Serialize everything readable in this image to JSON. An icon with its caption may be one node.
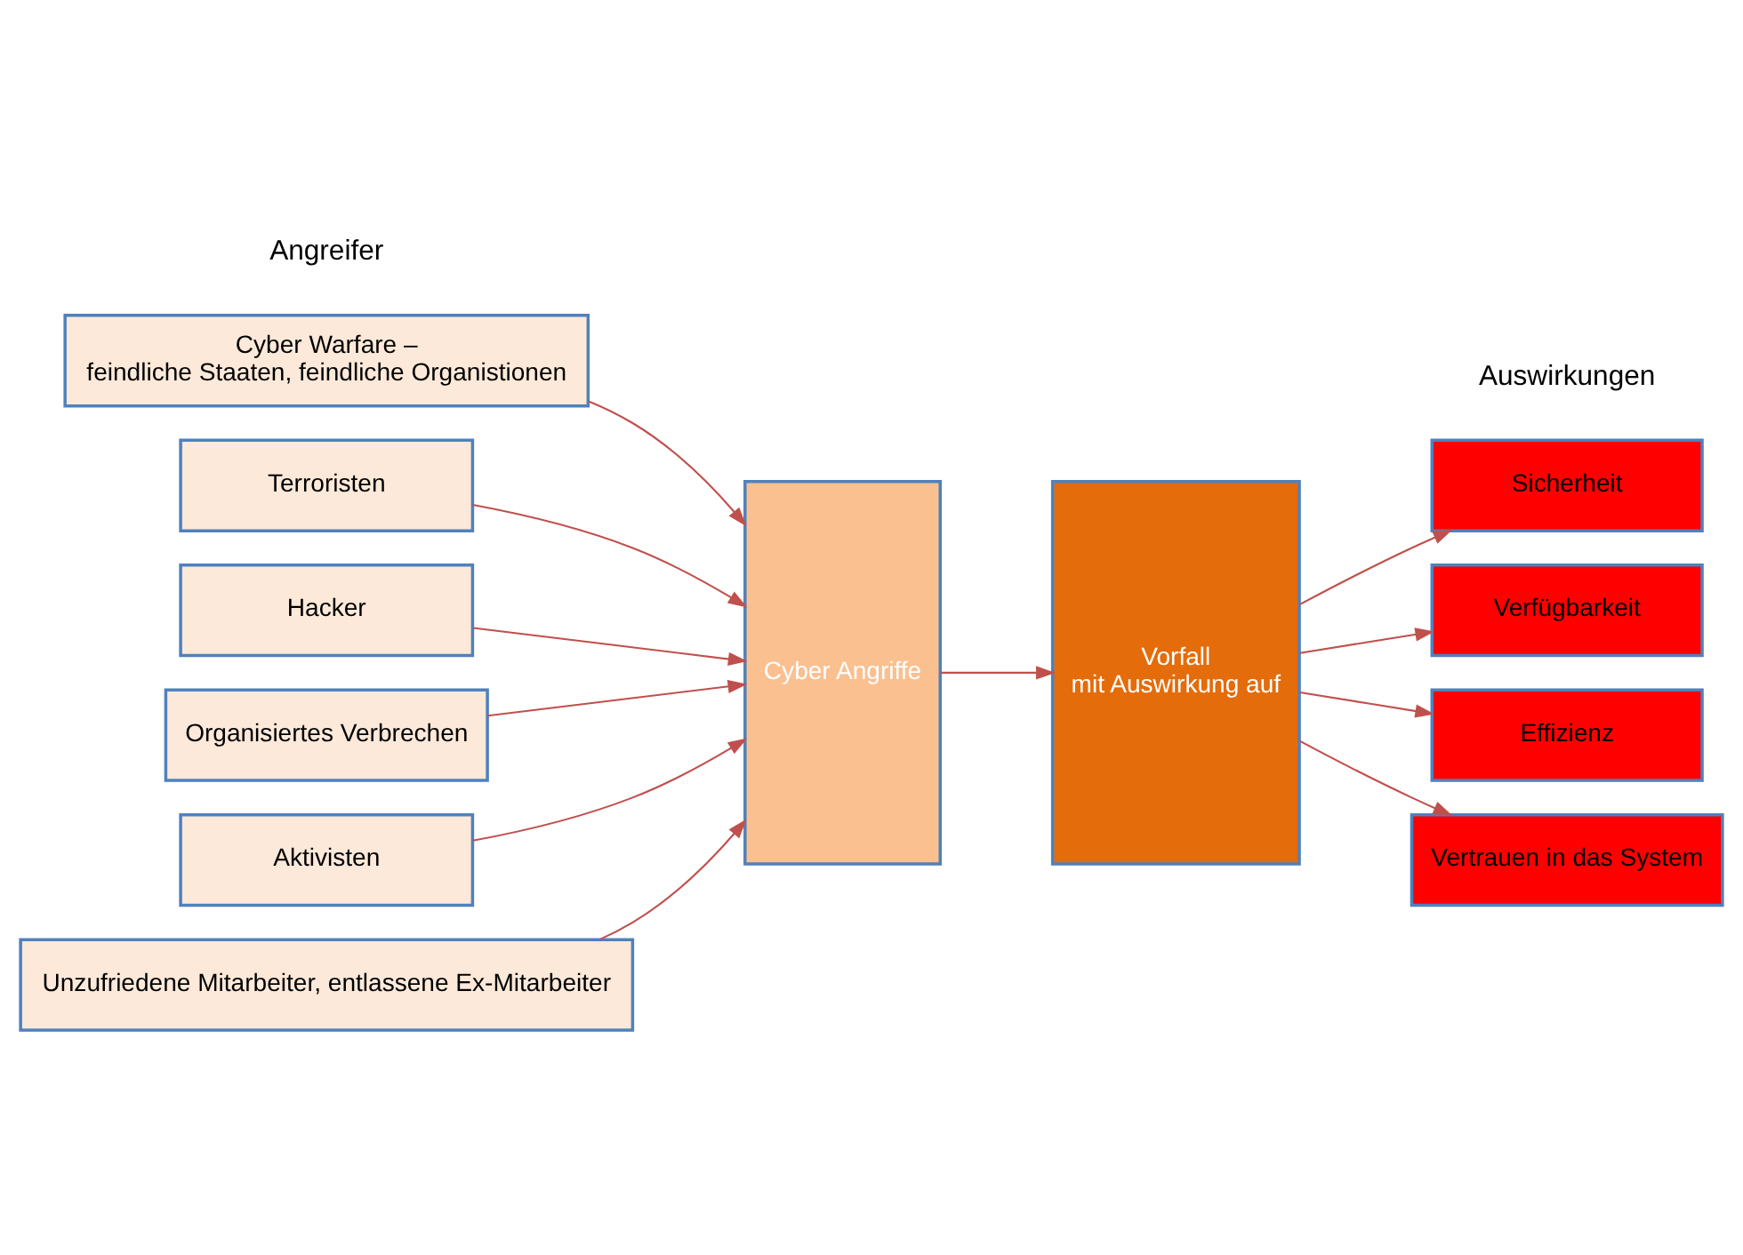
{
  "diagram": {
    "nodes": [
      {
        "text": [
          "Cyber Warfare –",
          "feindliche Staaten, feindliche Organistionen"
        ]
      },
      {
        "text": [
          "Terroristen"
        ]
      },
      {
        "text": [
          "Hacker"
        ]
      },
      {
        "text": [
          "Organisiertes Verbrechen"
        ]
      },
      {
        "text": [
          "Aktivisten"
        ]
      },
      {
        "text": [
          "Unzufriedene Mitarbeiter, entlassene Ex-Mitarbeiter"
        ]
      },
      {
        "text": [
          "Cyber Angriffe"
        ]
      },
      {
        "text": [
          "Vorfall mit Auswirkung auf"
        ]
      },
      {
        "text": [
          "Sicherheit"
        ]
      },
      {
        "text": [
          "Verfügbarkeit"
        ]
      },
      {
        "text": [
          "Effizienz"
        ]
      },
      {
        "text": [
          "Vertrauen in das System"
        ]
      }
    ],
    "edges": [
      {
        "from": 0,
        "to": 6,
        "arrow": "to"
      },
      {
        "from": 1,
        "to": 6,
        "arrow": "to"
      },
      {
        "from": 2,
        "to": 6,
        "arrow": "to"
      },
      {
        "from": 3,
        "to": 6,
        "arrow": "to"
      },
      {
        "from": 4,
        "to": 6,
        "arrow": "to"
      },
      {
        "from": 5,
        "to": 6,
        "arrow": "to"
      },
      {
        "from": 6,
        "to": 7,
        "arrow": "to"
      },
      {
        "from": 7,
        "to": 8,
        "arrow": "to"
      },
      {
        "from": 7,
        "to": 9,
        "arrow": "to"
      },
      {
        "from": 7,
        "to": 10,
        "arrow": "to"
      },
      {
        "from": 7,
        "to": 11,
        "arrow": "to"
      }
    ],
    "labels": [
      "Angreifer",
      "Auswirkungen"
    ]
  }
}
